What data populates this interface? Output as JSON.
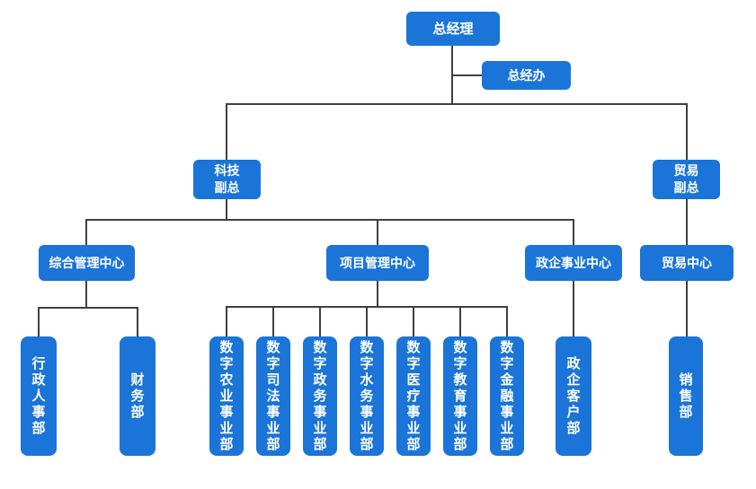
{
  "chart_title": "",
  "colors": {
    "node_fill": "#1b74d8",
    "node_text": "#ffffff",
    "connector": "#404040",
    "background": "#ffffff"
  },
  "nodes": {
    "gm": {
      "label": "总经理"
    },
    "gm_office": {
      "label": "总经办"
    },
    "tech_vp": {
      "label": "科技\n副总"
    },
    "trade_vp": {
      "label": "贸易\n副总"
    },
    "admin_center": {
      "label": "综合管理中心"
    },
    "project_center": {
      "label": "项目管理中心"
    },
    "gov_center": {
      "label": "政企事业中心"
    },
    "trade_center": {
      "label": "贸易中心"
    },
    "hr_dept": {
      "label": "行\n政\n人\n事\n部"
    },
    "finance_dept": {
      "label": "财\n务\n部"
    },
    "digital_agriculture": {
      "label": "数\n字\n农\n业\n事\n业\n部"
    },
    "digital_justice": {
      "label": "数\n字\n司\n法\n事\n业\n部"
    },
    "digital_gov_affairs": {
      "label": "数\n字\n政\n务\n事\n业\n部"
    },
    "digital_water": {
      "label": "数\n字\n水\n务\n事\n业\n部"
    },
    "digital_medical": {
      "label": "数\n字\n医\n疗\n事\n业\n部"
    },
    "digital_education": {
      "label": "数\n字\n教\n育\n事\n业\n部"
    },
    "digital_finance": {
      "label": "数\n字\n金\n融\n事\n业\n部"
    },
    "gov_customer_dept": {
      "label": "政\n企\n客\n户\n部"
    },
    "sales_dept": {
      "label": "销\n售\n部"
    }
  },
  "hierarchy": {
    "label": "总经理",
    "staff_unit": "总经办",
    "children": [
      {
        "label": "科技副总",
        "children": [
          {
            "label": "综合管理中心",
            "children": [
              {
                "label": "行政人事部"
              },
              {
                "label": "财务部"
              }
            ]
          },
          {
            "label": "项目管理中心",
            "children": [
              {
                "label": "数字农业事业部"
              },
              {
                "label": "数字司法事业部"
              },
              {
                "label": "数字政务事业部"
              },
              {
                "label": "数字水务事业部"
              },
              {
                "label": "数字医疗事业部"
              },
              {
                "label": "数字教育事业部"
              },
              {
                "label": "数字金融事业部"
              }
            ]
          },
          {
            "label": "政企事业中心",
            "children": [
              {
                "label": "政企客户部"
              }
            ]
          }
        ]
      },
      {
        "label": "贸易副总",
        "children": [
          {
            "label": "贸易中心",
            "children": [
              {
                "label": "销售部"
              }
            ]
          }
        ]
      }
    ]
  }
}
